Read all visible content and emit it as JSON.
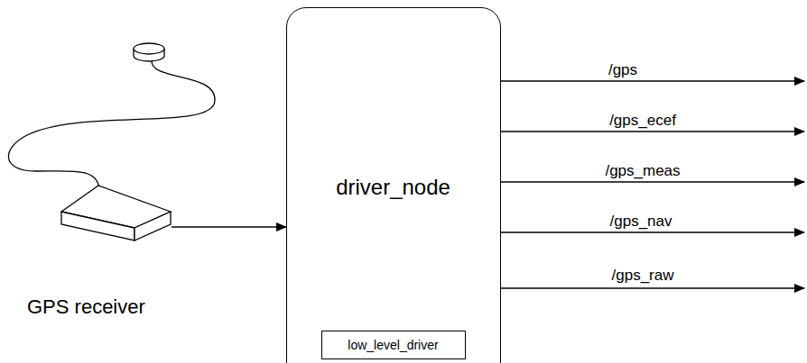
{
  "diagram": {
    "nodes": [
      {
        "text": [
          "GPS receiver"
        ]
      },
      {
        "text": [
          "driver_node"
        ]
      },
      {
        "text": [
          "low_level_driver"
        ],
        "in": 1
      }
    ],
    "edges": [
      {
        "from": 0,
        "to": 1,
        "arrow": "to"
      }
    ],
    "labels": [
      "/gps",
      "/gps_ecef",
      "/gps_meas",
      "/gps_nav",
      "/gps_raw"
    ]
  }
}
